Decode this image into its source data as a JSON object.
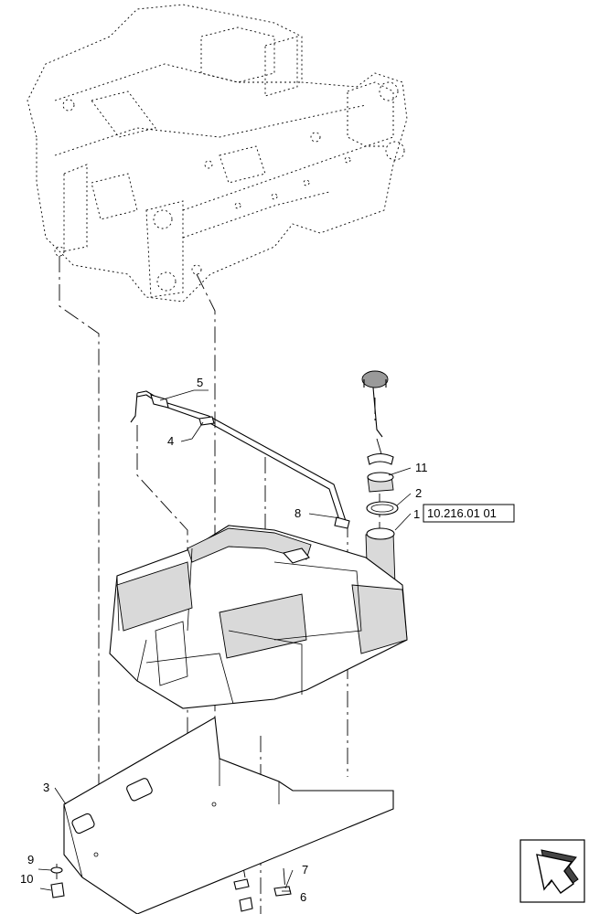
{
  "callouts": {
    "c1": "1",
    "c2": "2",
    "c3": "3",
    "c4": "4",
    "c5": "5",
    "c6": "6",
    "c7": "7",
    "c8": "8",
    "c9": "9",
    "c10": "10",
    "c11": "11"
  },
  "reference": {
    "label": "10.216.01 01"
  },
  "icons": {
    "nav": "next-page-arrow-icon"
  }
}
